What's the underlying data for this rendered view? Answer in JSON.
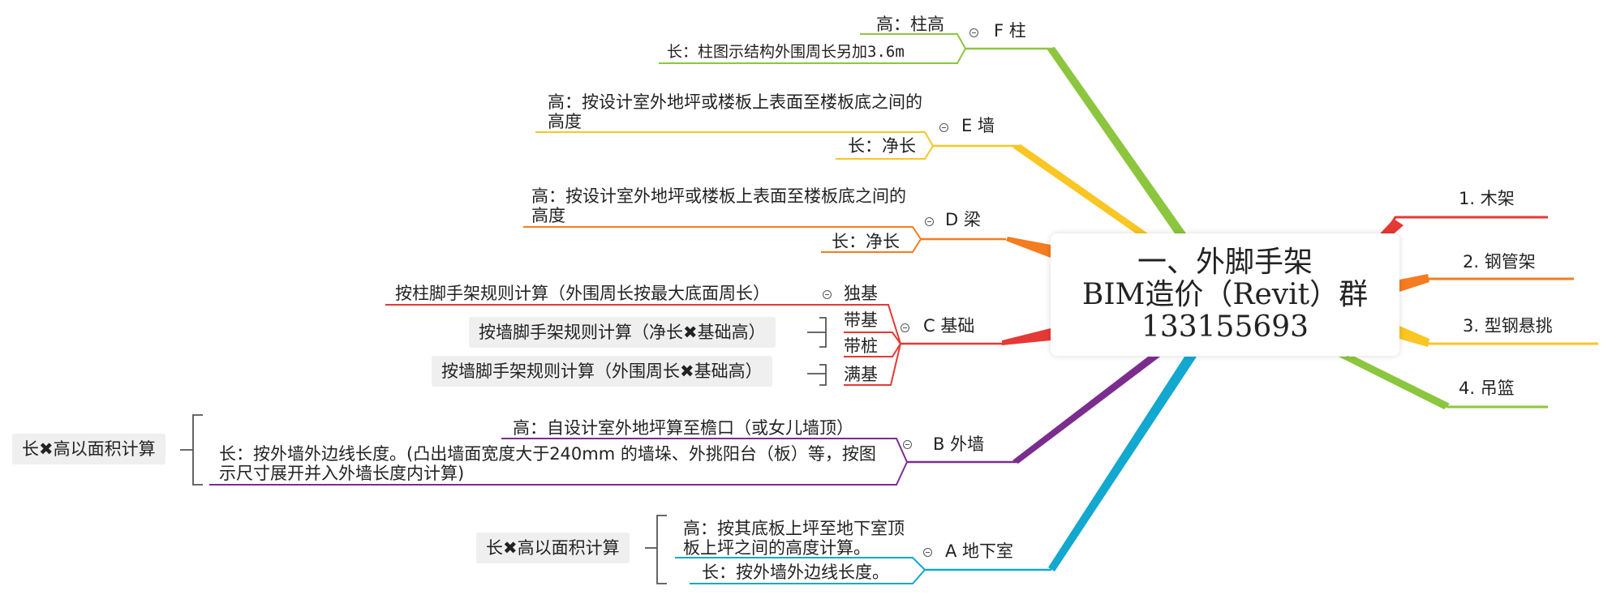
{
  "center": {
    "line1": "一、外脚手架",
    "line2": "BIM造价（Revit）群",
    "line3": "133155693"
  },
  "right": [
    {
      "label": "1. 木架",
      "color": "#e53935"
    },
    {
      "label": "2. 钢管架",
      "color": "#f57c20"
    },
    {
      "label": "3. 型钢悬挑",
      "color": "#f9c623"
    },
    {
      "label": "4. 吊篮",
      "color": "#8cc63e"
    }
  ],
  "F": {
    "label": "F 柱",
    "color": "#8cc63e",
    "high": "高：柱高",
    "long": "长：柱图示结构外围周长另加3.6m"
  },
  "E": {
    "label": "E 墙",
    "color": "#f9c623",
    "high": "高：按设计室外地坪或楼板上表面至楼板底之间的高度",
    "long": "长：净长"
  },
  "D": {
    "label": "D 梁",
    "color": "#f57c20",
    "high": "高：按设计室外地坪或楼板上表面至楼板底之间的高度",
    "long": "长：净长"
  },
  "C": {
    "label": "C 基础",
    "color": "#e53935",
    "dujin": "独基",
    "dujin_note": "按柱脚手架规则计算（外围周长按最大底面周长）",
    "daiji": "带基",
    "daizhuang": "带桩",
    "mangji": "满基",
    "note_a": "按墙脚手架规则计算（净长✖基础高）",
    "note_b": "按墙脚手架规则计算（外围周长✖基础高）"
  },
  "B": {
    "label": "B 外墙",
    "color": "#7b2d8e",
    "high": "高：自设计室外地坪算至檐口（或女儿墙顶）",
    "long": "长：按外墙外边线长度。(凸出墙面宽度大于240mm 的墙垛、外挑阳台（板）等，按图示尺寸展开并入外墙长度内计算)",
    "summary": "长✖高以面积计算"
  },
  "A": {
    "label": "A 地下室",
    "color": "#12a8cf",
    "high": "高：按其底板上坪至地下室顶板上坪之间的高度计算。",
    "long": "长：按外墙外边线长度。",
    "summary": "长✖高以面积计算"
  }
}
